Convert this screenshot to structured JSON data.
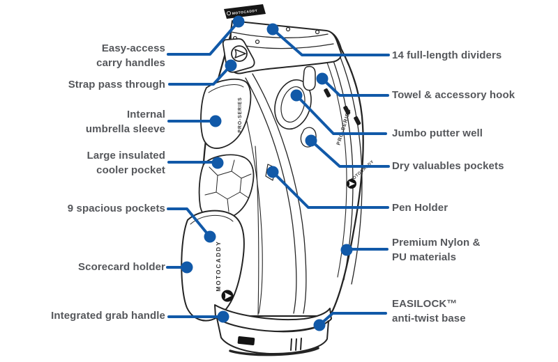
{
  "colors": {
    "leader_blue": "#1159a8",
    "label_text": "#55575b",
    "line_art": "#242424"
  },
  "bag": {
    "brand": "MOTOCADDY",
    "series": "PRO-SERIES"
  },
  "callouts": {
    "left": [
      {
        "id": "easy-access-carry-handles",
        "label": "Easy-access\ncarry handles"
      },
      {
        "id": "strap-pass-through",
        "label": "Strap pass through"
      },
      {
        "id": "internal-umbrella-sleeve",
        "label": "Internal\numbrella sleeve"
      },
      {
        "id": "large-insulated-cooler-pocket",
        "label": "Large insulated\ncooler pocket"
      },
      {
        "id": "nine-spacious-pockets",
        "label": "9 spacious pockets"
      },
      {
        "id": "scorecard-holder",
        "label": "Scorecard holder"
      },
      {
        "id": "integrated-grab-handle",
        "label": "Integrated grab handle"
      }
    ],
    "right": [
      {
        "id": "full-length-dividers",
        "label": "14 full-length dividers"
      },
      {
        "id": "towel-accessory-hook",
        "label": "Towel & accessory hook"
      },
      {
        "id": "jumbo-putter-well",
        "label": "Jumbo putter well"
      },
      {
        "id": "dry-valuables-pockets",
        "label": "Dry valuables pockets"
      },
      {
        "id": "pen-holder",
        "label": "Pen Holder"
      },
      {
        "id": "premium-nylon-pu-materials",
        "label": "Premium Nylon &\nPU materials"
      },
      {
        "id": "easilock-anti-twist-base",
        "label": "EASILOCK™\nanti-twist base"
      }
    ]
  }
}
